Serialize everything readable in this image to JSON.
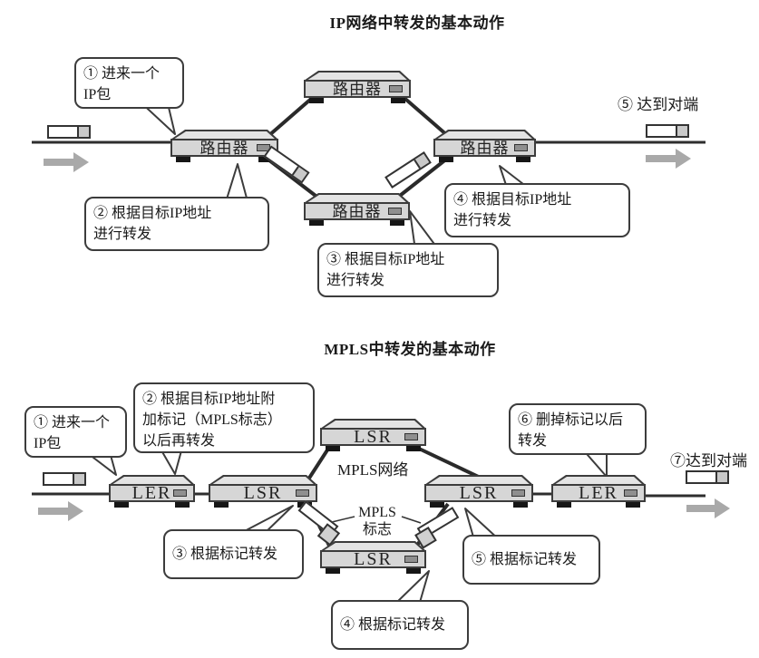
{
  "colors": {
    "line": "#2e2e2e",
    "device_fill": "#d6d6d6",
    "device_top": "#e4e4e4",
    "arrow": "#a9a9a9",
    "packet_head": "#c9c9c9",
    "callout_border": "#3c3c3c"
  },
  "ip": {
    "title": "IP网络中转发的基本动作",
    "router_label": "路由器",
    "callout1": {
      "line1": "① 进来一个",
      "line2": "IP包"
    },
    "callout2": {
      "line1": "② 根据目标IP地址",
      "line2": "进行转发"
    },
    "callout3": {
      "line1": "③ 根据目标IP地址",
      "line2": "进行转发"
    },
    "callout4": {
      "line1": "④ 根据目标IP地址",
      "line2": "进行转发"
    },
    "arrival": "⑤ 达到对端"
  },
  "mpls": {
    "title": "MPLS中转发的基本动作",
    "ler_label": "LER",
    "lsr_label": "LSR",
    "network_label": "MPLS网络",
    "tag_label_line1": "MPLS",
    "tag_label_line2": "标志",
    "callout1": {
      "line1": "① 进来一个",
      "line2": "IP包"
    },
    "callout2": {
      "line1": "② 根据目标IP地址附",
      "line2": "加标记（MPLS标志）",
      "line3": "以后再转发"
    },
    "callout3": {
      "line1": "③ 根据标记转发"
    },
    "callout4": {
      "line1": "④ 根据标记转发"
    },
    "callout5": {
      "line1": "⑤ 根据标记转发"
    },
    "callout6": {
      "line1": "⑥ 删掉标记以后",
      "line2": "转发"
    },
    "arrival": "⑦达到对端"
  }
}
